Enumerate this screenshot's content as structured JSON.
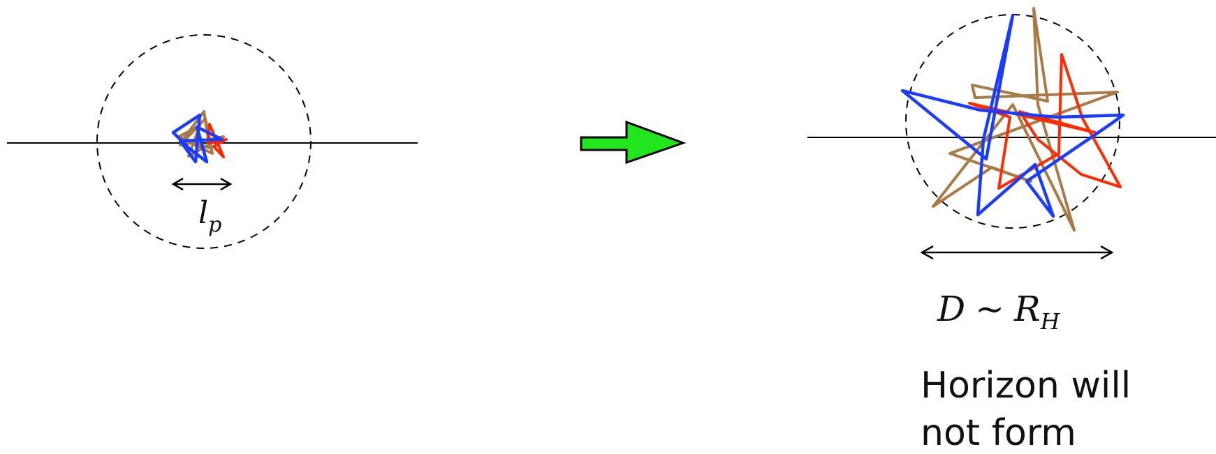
{
  "left_panel": {
    "size_label": {
      "symbol": "l",
      "subscript": "p"
    }
  },
  "right_panel": {
    "size_label": {
      "left": "D",
      "relation": "∼",
      "symbol": "R",
      "subscript": "H"
    },
    "caption_lines": [
      "Horizon will",
      "not form"
    ]
  },
  "colors": {
    "string_blue": "#1a3cff",
    "string_red": "#ff2a00",
    "string_brown": "#a87a45",
    "arrow_fill": "#22e61c",
    "line": "#000000"
  },
  "icons": {
    "transition_arrow": "right-arrow-icon"
  }
}
